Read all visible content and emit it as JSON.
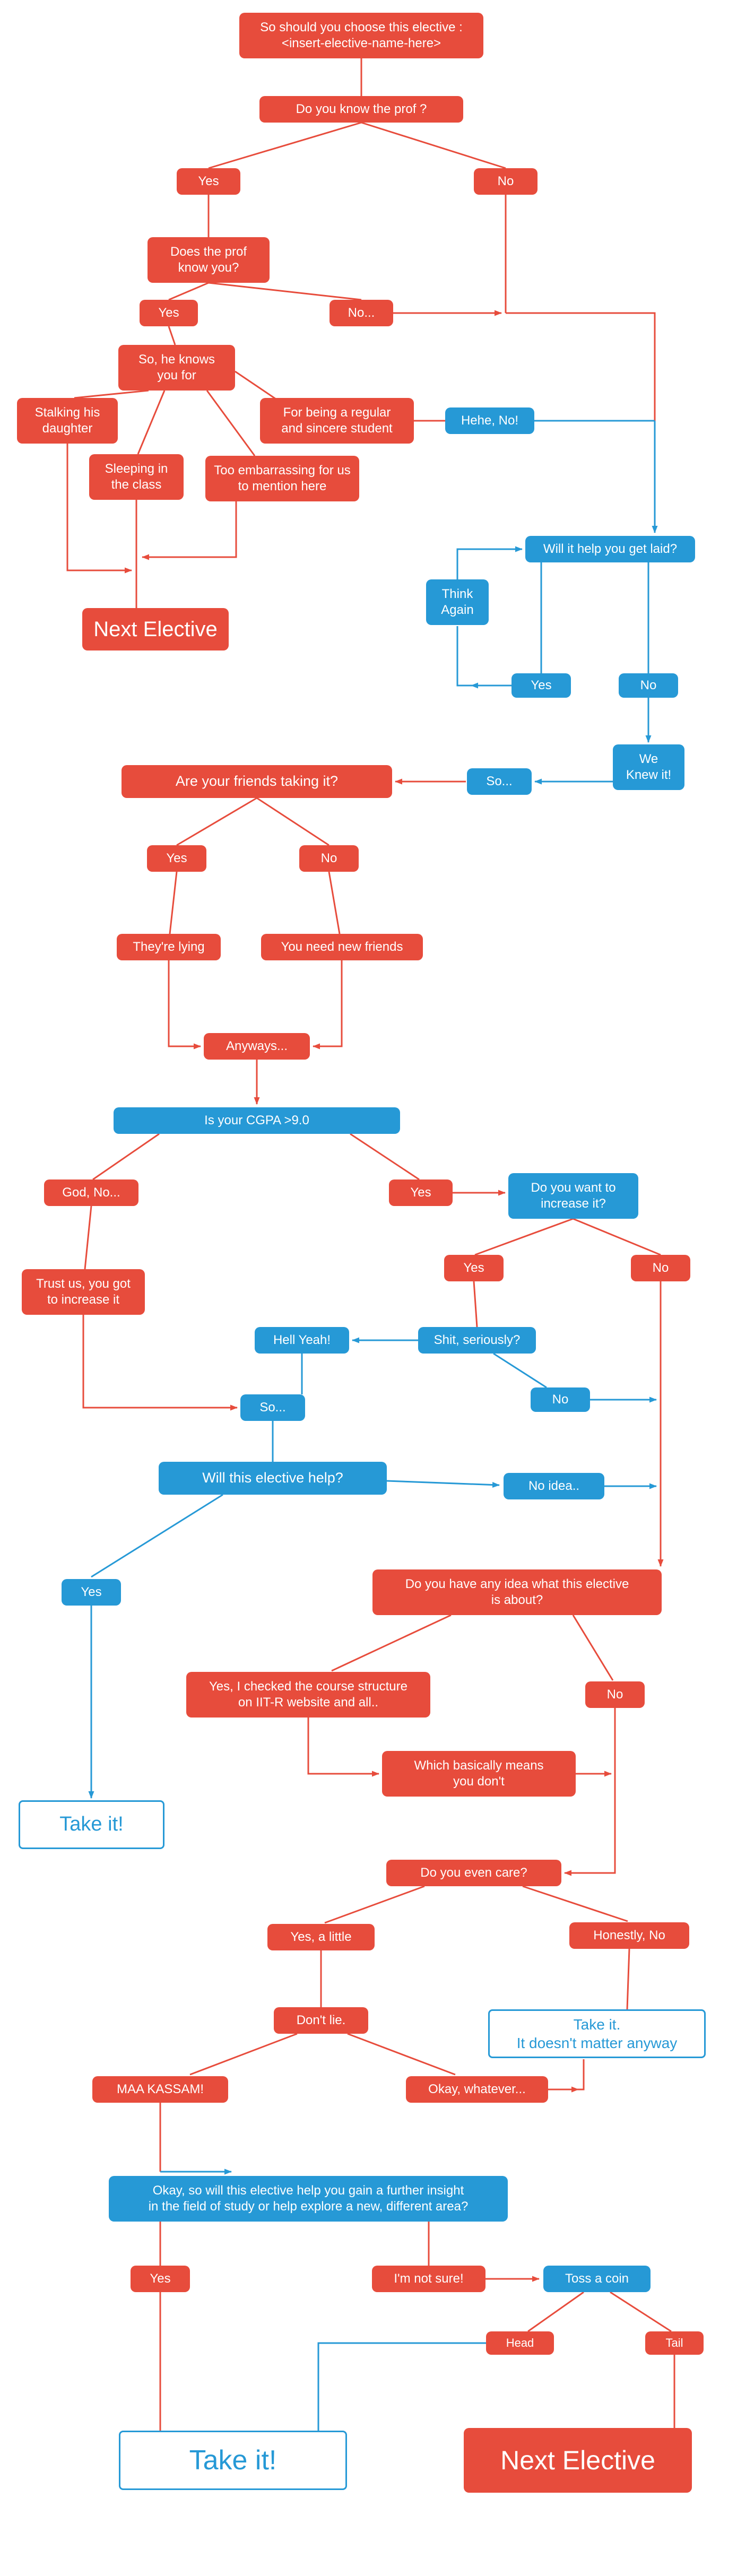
{
  "colors": {
    "red": "#E74C3C",
    "blue": "#2699D6",
    "background": "#FFFFFF"
  },
  "nodes": {
    "title": {
      "label": "So should you choose this elective :\n<insert-elective-name-here>"
    },
    "know_prof": {
      "label": "Do you know the prof ?"
    },
    "yes1": {
      "label": "Yes"
    },
    "no1": {
      "label": "No"
    },
    "prof_know_you": {
      "label": "Does the prof\nknow you?"
    },
    "yes2": {
      "label": "Yes"
    },
    "no2": {
      "label": "No..."
    },
    "knows_you_for": {
      "label": "So, he knows\nyou for"
    },
    "stalking": {
      "label": "Stalking his\ndaughter"
    },
    "regular_student": {
      "label": "For being a regular\nand sincere student"
    },
    "hehe_no": {
      "label": "Hehe, No!"
    },
    "sleeping": {
      "label": "Sleeping in\nthe class"
    },
    "embarrassing": {
      "label": "Too embarrassing for us\nto mention here"
    },
    "get_laid": {
      "label": "Will it help you get laid?"
    },
    "think_again": {
      "label": "Think\nAgain"
    },
    "next_elective_1": {
      "label": "Next Elective"
    },
    "yes_laid": {
      "label": "Yes"
    },
    "no_laid": {
      "label": "No"
    },
    "we_knew_it": {
      "label": "We\nKnew it!"
    },
    "so_1": {
      "label": "So..."
    },
    "friends_taking": {
      "label": "Are your friends taking it?"
    },
    "yes_friends": {
      "label": "Yes"
    },
    "no_friends": {
      "label": "No"
    },
    "theyre_lying": {
      "label": "They're lying"
    },
    "new_friends": {
      "label": "You need new friends"
    },
    "anyways": {
      "label": "Anyways..."
    },
    "cgpa": {
      "label": "Is your CGPA >9.0"
    },
    "god_no": {
      "label": "God, No..."
    },
    "yes_cgpa": {
      "label": "Yes"
    },
    "want_increase": {
      "label": "Do you want to\nincrease it?"
    },
    "trust_us": {
      "label": "Trust us, you got\nto increase it"
    },
    "yes_increase": {
      "label": "Yes"
    },
    "no_increase": {
      "label": "No"
    },
    "hell_yeah": {
      "label": "Hell Yeah!"
    },
    "shit_seriously": {
      "label": "Shit, seriously?"
    },
    "no_shit": {
      "label": "No"
    },
    "so_2": {
      "label": "So..."
    },
    "will_help": {
      "label": "Will this elective help?"
    },
    "no_idea": {
      "label": "No idea.."
    },
    "yes_help": {
      "label": "Yes"
    },
    "any_idea": {
      "label": "Do you have any idea what this elective\nis about?"
    },
    "checked": {
      "label": "Yes, I checked the course structure\non IIT-R website and all.."
    },
    "no_clue": {
      "label": "No"
    },
    "basically": {
      "label": "Which basically means\nyou don't"
    },
    "take_it_1": {
      "label": "Take it!"
    },
    "even_care": {
      "label": "Do you even care?"
    },
    "yes_little": {
      "label": "Yes, a little"
    },
    "honestly_no": {
      "label": "Honestly, No"
    },
    "dont_lie": {
      "label": "Don't lie."
    },
    "take_it_2": {
      "label": "Take it.\nIt doesn't matter anyway"
    },
    "maa_kassam": {
      "label": "MAA KASSAM!"
    },
    "okay_whatever": {
      "label": "Okay, whatever..."
    },
    "big_question": {
      "label": "Okay, so will this elective help you gain a further insight\nin the field of study or help explore a new, different area?"
    },
    "yes_final": {
      "label": "Yes"
    },
    "not_sure": {
      "label": "I'm not sure!"
    },
    "toss_coin": {
      "label": "Toss a coin"
    },
    "head": {
      "label": "Head"
    },
    "tail": {
      "label": "Tail"
    },
    "take_it_3": {
      "label": "Take it!"
    },
    "next_elective_2": {
      "label": "Next Elective"
    }
  }
}
